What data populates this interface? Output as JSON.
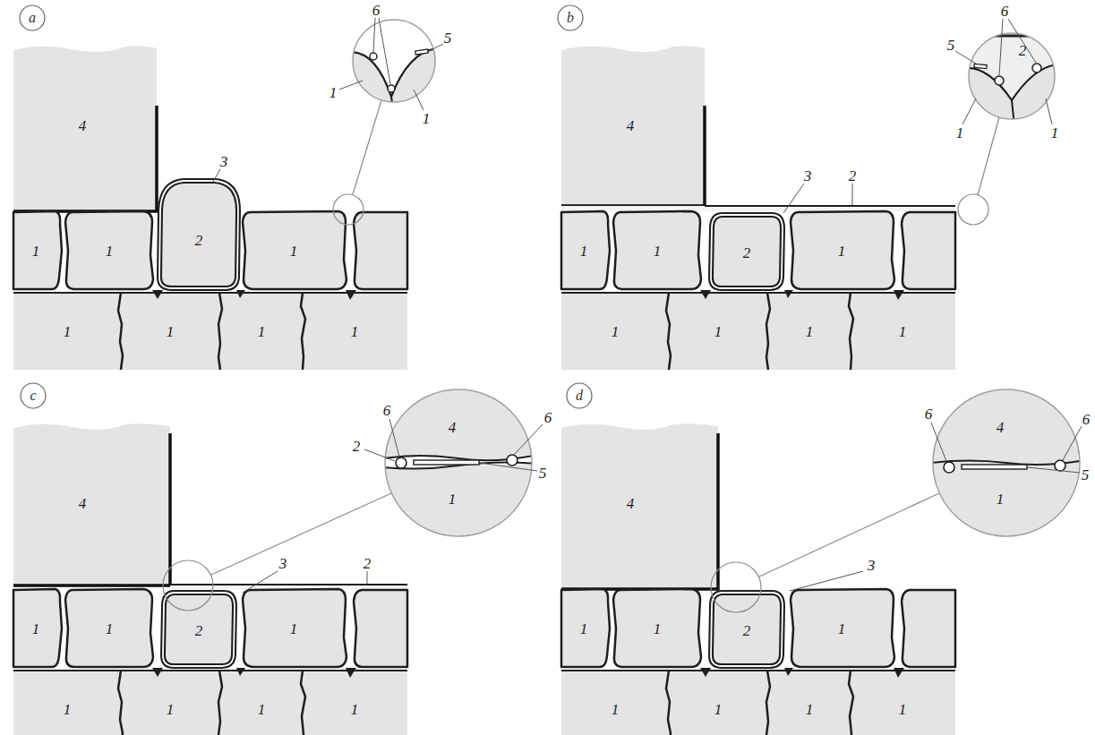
{
  "diagram": {
    "labels": [
      "a",
      "4",
      "3",
      "6",
      "5",
      "1",
      "1",
      "1",
      "1",
      "2",
      "1",
      "1",
      "1",
      "1",
      "1",
      "b",
      "4",
      "5",
      "6",
      "2",
      "1",
      "1",
      "3",
      "2",
      "1",
      "1",
      "2",
      "1",
      "1",
      "1",
      "1",
      "1",
      "c",
      "4",
      "6",
      "6",
      "2",
      "4",
      "1",
      "5",
      "3",
      "2",
      "1",
      "1",
      "2",
      "1",
      "1",
      "1",
      "1",
      "1",
      "d",
      "4",
      "6",
      "6",
      "4",
      "1",
      "5",
      "3",
      "1",
      "1",
      "2",
      "1",
      "1",
      "1",
      "1",
      "1"
    ]
  }
}
